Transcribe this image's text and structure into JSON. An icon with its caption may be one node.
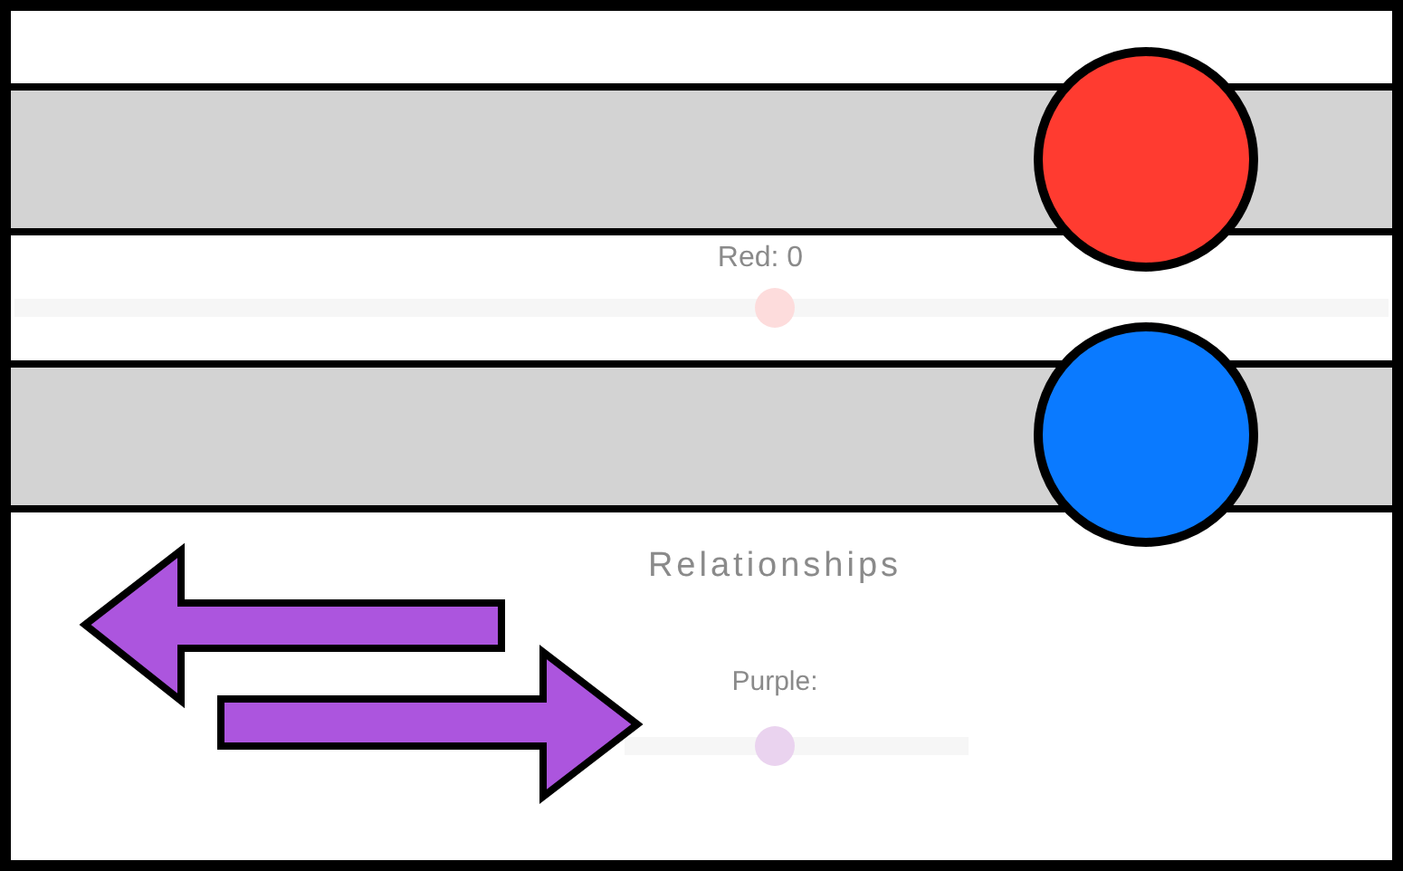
{
  "diagram": {
    "nodes": [
      {
        "text": [],
        "shape": "bar"
      },
      {
        "text": [],
        "shape": "circle"
      },
      {
        "text": [],
        "shape": "bar"
      },
      {
        "text": [],
        "shape": "circle"
      }
    ],
    "labels": [
      "Red: 0",
      "Relationships",
      "Purple:"
    ]
  }
}
